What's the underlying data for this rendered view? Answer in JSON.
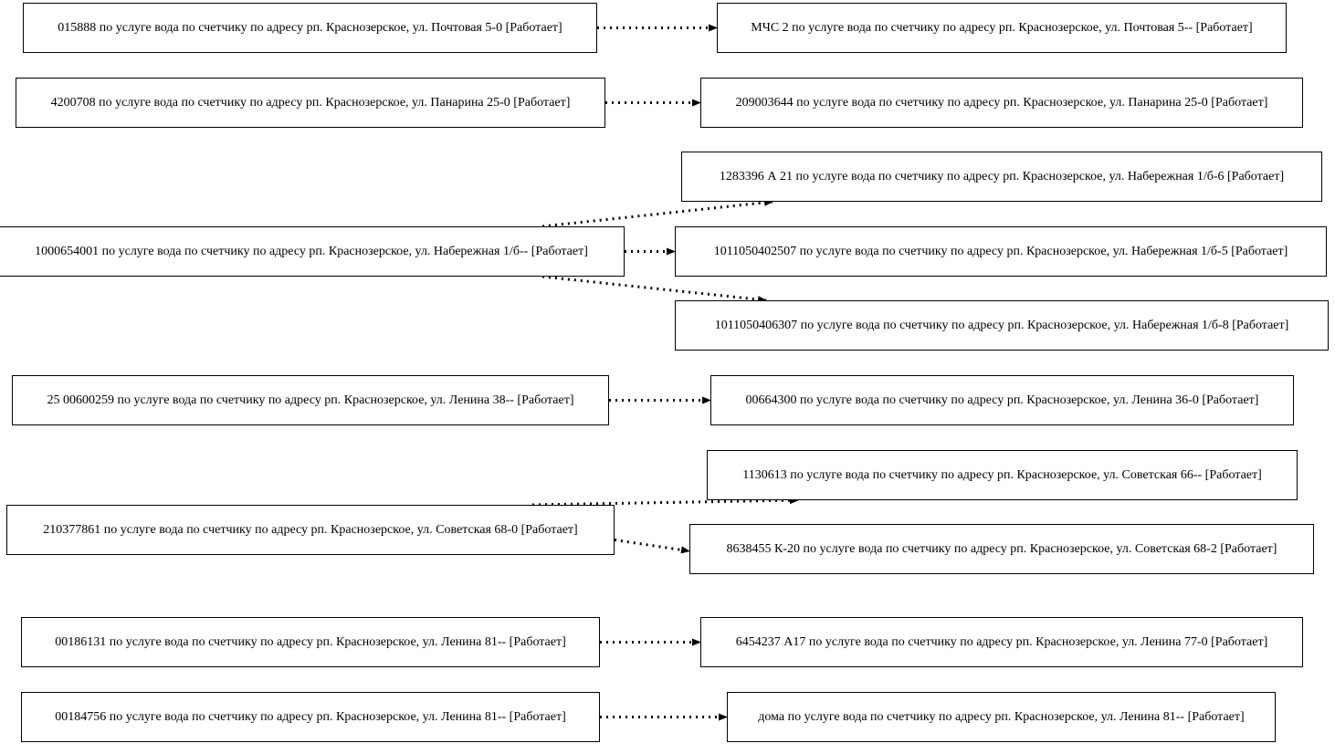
{
  "diagram": {
    "nodes": [
      {
        "id": "n1",
        "label": "015888 по услуге вода по счетчику по адресу рп. Краснозерское, ул. Почтовая 5-0 [Работает]"
      },
      {
        "id": "n2",
        "label": "МЧС 2 по услуге вода по счетчику по адресу рп. Краснозерское, ул. Почтовая 5-- [Работает]"
      },
      {
        "id": "n3",
        "label": "4200708 по услуге вода по счетчику по адресу рп. Краснозерское, ул. Панарина 25-0 [Работает]"
      },
      {
        "id": "n4",
        "label": "209003644 по услуге вода по счетчику по адресу рп. Краснозерское, ул. Панарина 25-0 [Работает]"
      },
      {
        "id": "n5",
        "label": "1283396 А 21 по услуге вода по счетчику по адресу рп. Краснозерское, ул. Набережная 1/б-6 [Работает]"
      },
      {
        "id": "n6",
        "label": "1000654001 по услуге вода по счетчику по адресу рп. Краснозерское, ул. Набережная 1/б-- [Работает]"
      },
      {
        "id": "n7",
        "label": "1011050402507 по услуге вода по счетчику по адресу рп. Краснозерское, ул. Набережная 1/б-5 [Работает]"
      },
      {
        "id": "n8",
        "label": "1011050406307 по услуге вода по счетчику по адресу рп. Краснозерское, ул. Набережная 1/б-8 [Работает]"
      },
      {
        "id": "n9",
        "label": "25 00600259 по услуге вода по счетчику по адресу рп. Краснозерское, ул. Ленина 38-- [Работает]"
      },
      {
        "id": "n10",
        "label": "00664300 по услуге вода по счетчику по адресу рп. Краснозерское, ул. Ленина 36-0 [Работает]"
      },
      {
        "id": "n11",
        "label": "1130613 по услуге вода по счетчику по адресу рп. Краснозерское, ул. Советская 66-- [Работает]"
      },
      {
        "id": "n12",
        "label": "210377861 по услуге вода по счетчику по адресу рп. Краснозерское, ул. Советская 68-0 [Работает]"
      },
      {
        "id": "n13",
        "label": "8638455 К-20 по услуге вода по счетчику по адресу рп. Краснозерское, ул. Советская 68-2 [Работает]"
      },
      {
        "id": "n14",
        "label": "00186131 по услуге вода по счетчику по адресу рп. Краснозерское, ул. Ленина 81-- [Работает]"
      },
      {
        "id": "n15",
        "label": "6454237 А17 по услуге вода по счетчику по адресу рп. Краснозерское, ул. Ленина 77-0 [Работает]"
      },
      {
        "id": "n16",
        "label": "00184756 по услуге вода по счетчику по адресу рп. Краснозерское, ул. Ленина 81-- [Работает]"
      },
      {
        "id": "n17",
        "label": "дома по услуге вода по счетчику по адресу рп. Краснозерское, ул. Ленина 81-- [Работает]"
      }
    ],
    "edges": [
      {
        "from": "n1",
        "to": "n2",
        "style": "dotted"
      },
      {
        "from": "n3",
        "to": "n4",
        "style": "dotted"
      },
      {
        "from": "n6",
        "to": "n5",
        "style": "dotted"
      },
      {
        "from": "n6",
        "to": "n7",
        "style": "dotted"
      },
      {
        "from": "n6",
        "to": "n8",
        "style": "dotted"
      },
      {
        "from": "n9",
        "to": "n10",
        "style": "dotted"
      },
      {
        "from": "n12",
        "to": "n11",
        "style": "dotted"
      },
      {
        "from": "n12",
        "to": "n13",
        "style": "dotted"
      },
      {
        "from": "n14",
        "to": "n15",
        "style": "dotted"
      },
      {
        "from": "n16",
        "to": "n17",
        "style": "dotted"
      }
    ],
    "colors": {
      "line": "#000000",
      "node_border": "#000000",
      "background": "#ffffff"
    }
  }
}
